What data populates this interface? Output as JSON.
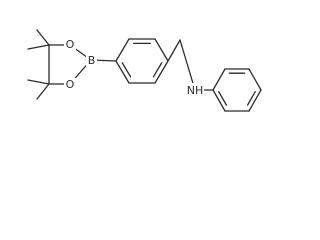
{
  "molecule": {
    "atom_labels": {
      "o_top": "O",
      "o_bottom": "O",
      "boron": "B",
      "amine": "NH"
    }
  },
  "colors": {
    "bond": "#2b2b2b",
    "background": "#ffffff"
  }
}
